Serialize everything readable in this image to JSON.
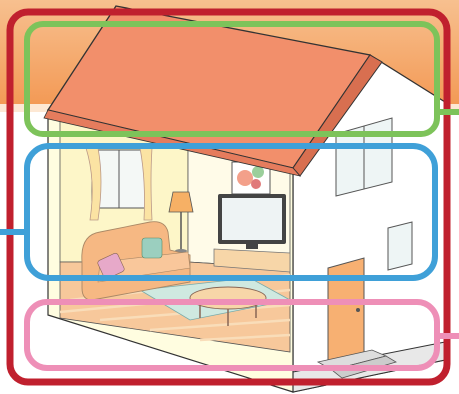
{
  "diagram": {
    "colors": {
      "header_band": "#f39a56",
      "header_band_light": "#f7c08f",
      "roof": "#f28f6b",
      "wall_front": "#fffde0",
      "wall_side": "#ffffff",
      "room_back_wall": "#fdf6c8",
      "floor": "#f7c89b",
      "floor_plank": "#f9ddb9",
      "rug": "#cfe9e0",
      "curtain": "#fbe3a3",
      "sofa": "#f6b883",
      "cushion_pink": "#e7a9c9",
      "cushion_teal": "#9bcfbf",
      "tv_frame": "#444444",
      "tv_screen": "#eef3f4",
      "tv_stand": "#f7d6a8",
      "lamp_shade": "#f6b065",
      "table": "#f7d6a8",
      "door": "#f7b072",
      "outline": "#333333"
    },
    "zones": [
      {
        "id": "roof-zone",
        "color": "#7dc35a"
      },
      {
        "id": "room-zone",
        "color": "#3fa0d8"
      },
      {
        "id": "floor-zone",
        "color": "#ee8fb7"
      },
      {
        "id": "whole-house-zone",
        "color": "#c0202e"
      }
    ],
    "icons": [
      "house-icon",
      "roof-icon",
      "window-icon",
      "door-icon",
      "sofa-icon",
      "television-icon",
      "lamp-icon",
      "table-icon",
      "painting-icon",
      "rug-icon"
    ]
  }
}
